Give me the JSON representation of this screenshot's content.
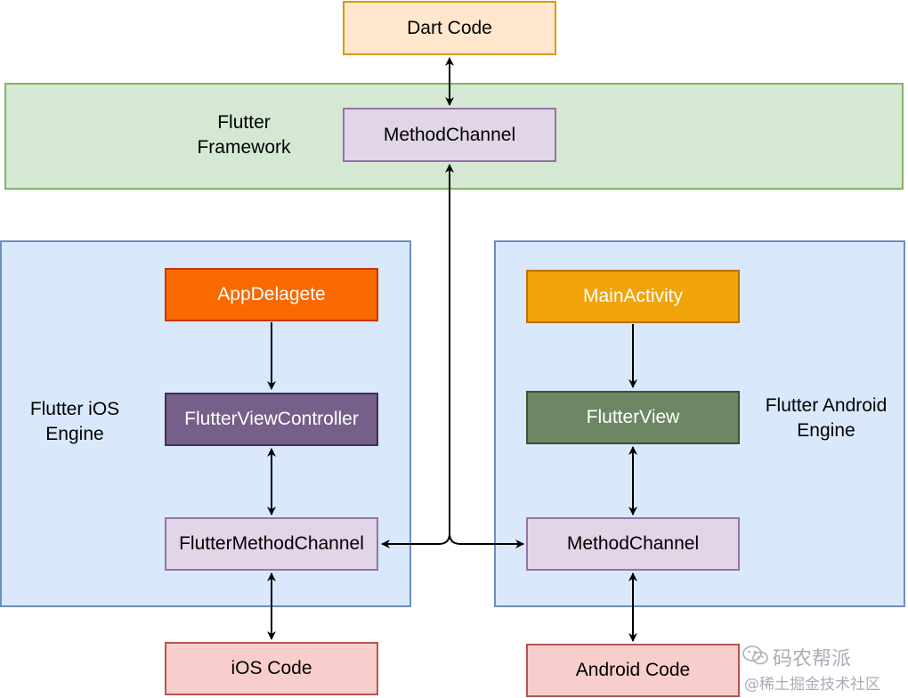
{
  "regions": {
    "flutter_framework": {
      "label_line1": "Flutter",
      "label_line2": "Framework"
    },
    "ios_engine": {
      "label_line1": "Flutter iOS",
      "label_line2": "Engine"
    },
    "android_engine": {
      "label_line1": "Flutter Android",
      "label_line2": "Engine"
    }
  },
  "nodes": {
    "dart_code": "Dart Code",
    "framework_method_channel": "MethodChannel",
    "app_delegate": "AppDelagete",
    "flutter_view_controller": "FlutterViewController",
    "flutter_method_channel": "FlutterMethodChannel",
    "ios_code": "iOS Code",
    "main_activity": "MainActivity",
    "flutter_view": "FlutterView",
    "android_method_channel": "MethodChannel",
    "android_code": "Android Code"
  },
  "colors": {
    "framework_fill": "#d5e8d4",
    "framework_stroke": "#82b366",
    "engine_fill": "#dae8fc",
    "engine_stroke": "#6c8ebf",
    "dart_fill": "#ffe6cc",
    "dart_stroke": "#d79b00",
    "channel_fill": "#e1d5e7",
    "channel_stroke": "#9673a6",
    "appdelegate_fill": "#fa6800",
    "appdelegate_stroke": "#c73500",
    "fvc_fill": "#76608a",
    "fvc_stroke": "#432d57",
    "mainactivity_fill": "#f0a30a",
    "mainactivity_stroke": "#bd7000",
    "flutterview_fill": "#6d8764",
    "flutterview_stroke": "#3a5431",
    "native_fill": "#f8cecc",
    "native_stroke": "#b85450"
  },
  "watermark": {
    "line1": "码农帮派",
    "line2": "@稀土掘金技术社区"
  }
}
